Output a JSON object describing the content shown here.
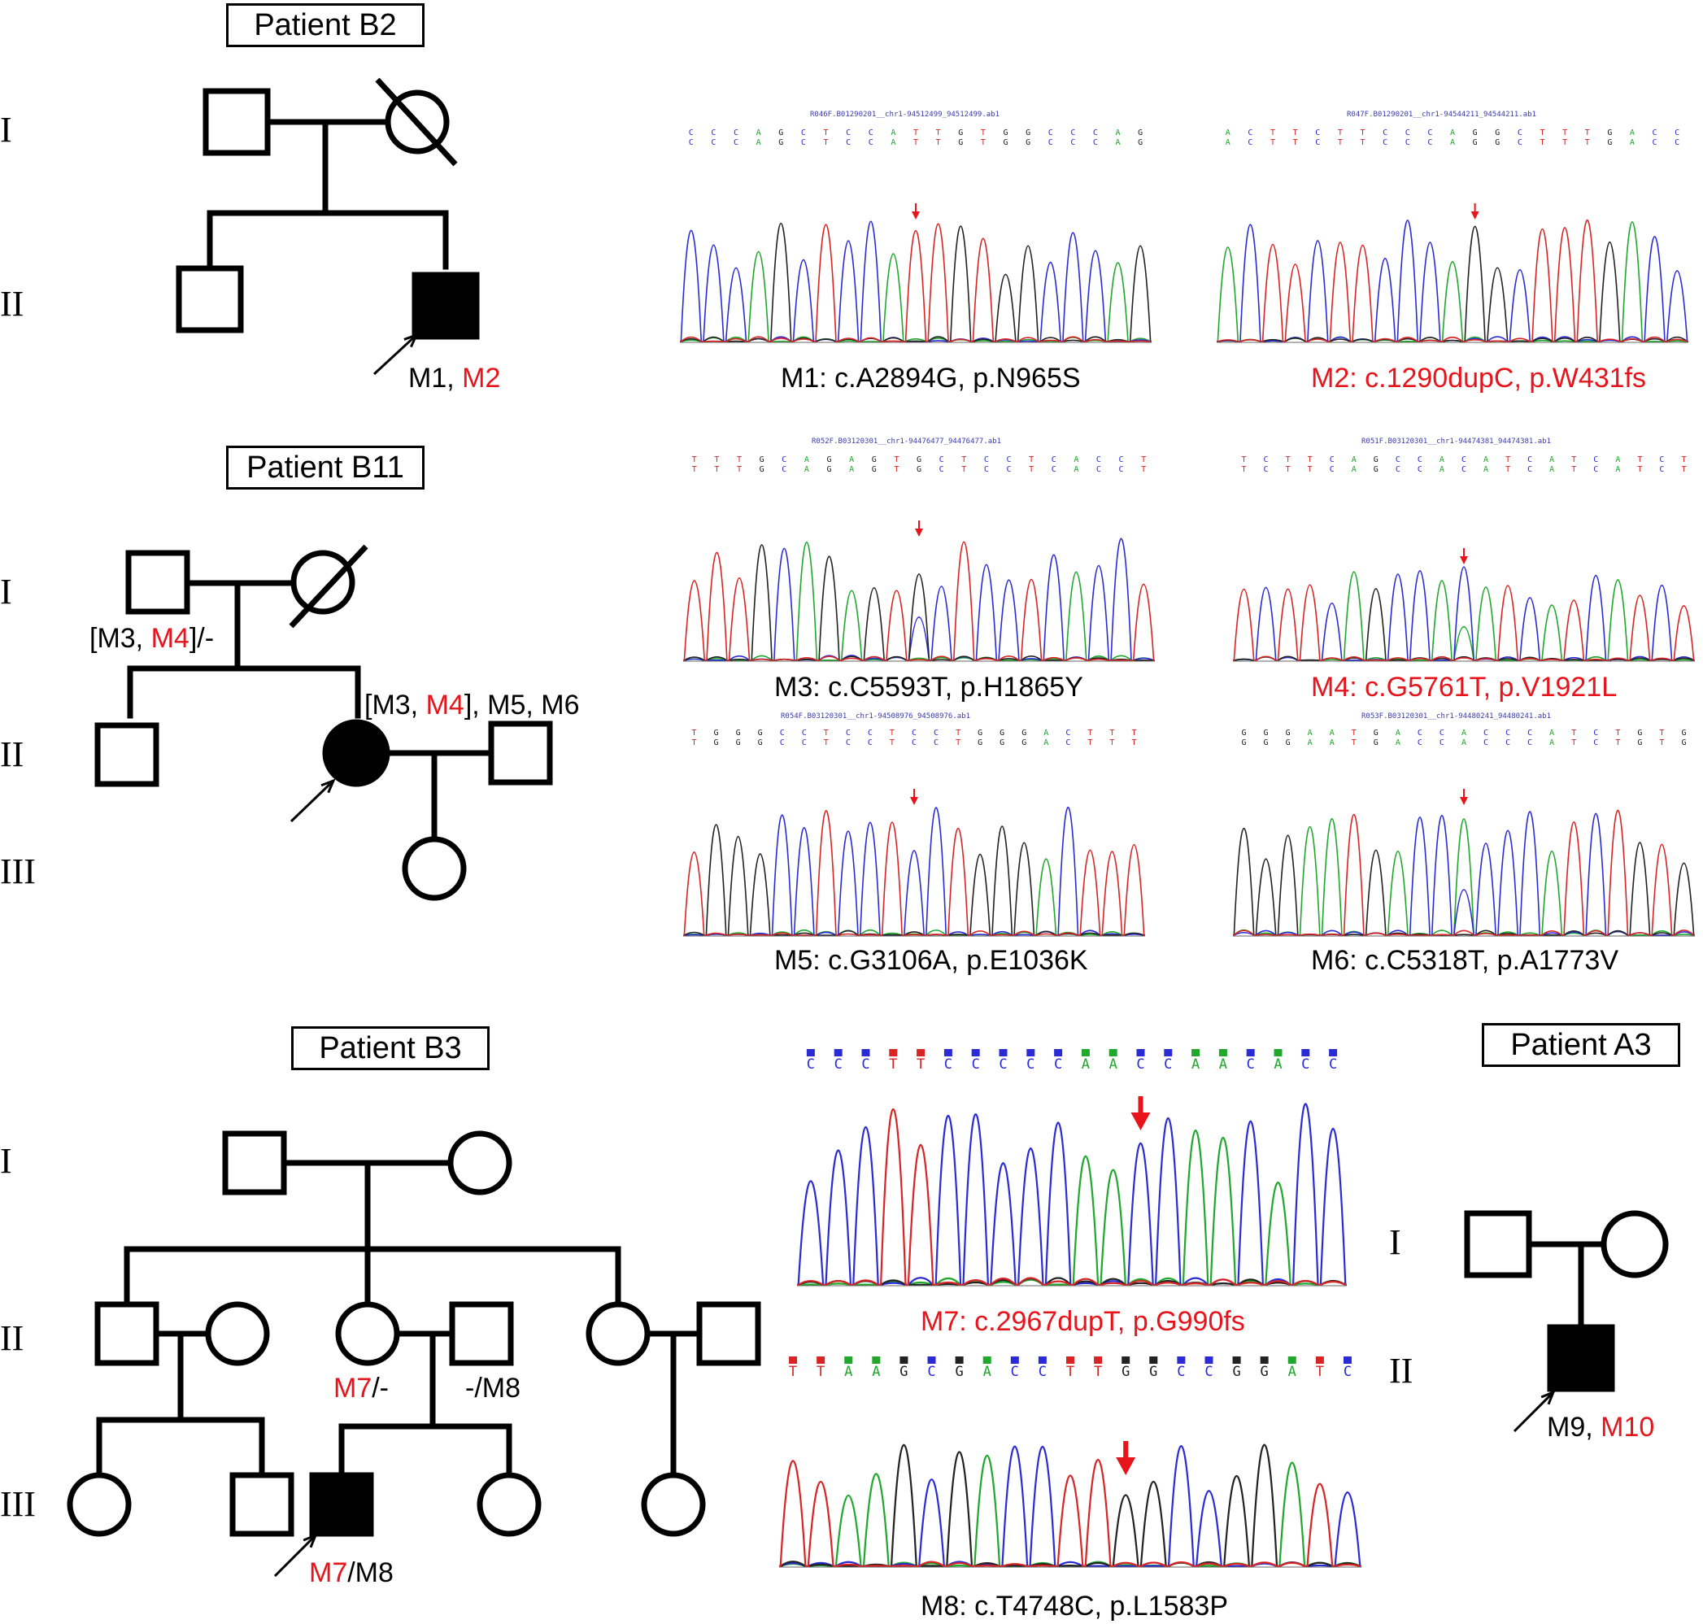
{
  "colors": {
    "line": "#000000",
    "red": "#e8141c",
    "A": "#1fa82c",
    "C": "#2b2bd6",
    "G": "#222222",
    "T": "#d82424"
  },
  "pedigrees": {
    "b2": {
      "title": "Patient B2",
      "gen": [
        "I",
        "II"
      ],
      "proband_label": [
        {
          "t": "M1, ",
          "red": false
        },
        {
          "t": "M2",
          "red": true
        }
      ]
    },
    "b11": {
      "title": "Patient B11",
      "gen": [
        "I",
        "II",
        "III"
      ],
      "father_label": [
        {
          "t": "[M3, ",
          "red": false
        },
        {
          "t": "M4",
          "red": true
        },
        {
          "t": "]/-",
          "red": false
        }
      ],
      "proband_label": [
        {
          "t": "[M3, ",
          "red": false
        },
        {
          "t": "M4",
          "red": true
        },
        {
          "t": "], M5, M6",
          "red": false
        }
      ]
    },
    "b3": {
      "title": "Patient B3",
      "gen": [
        "I",
        "II",
        "III"
      ],
      "mother_label": [
        {
          "t": "M7",
          "red": true
        },
        {
          "t": "/-",
          "red": false
        }
      ],
      "father_label": [
        {
          "t": "-/M8",
          "red": false
        }
      ],
      "proband_label": [
        {
          "t": "M7",
          "red": true
        },
        {
          "t": "/M8",
          "red": false
        }
      ]
    },
    "a3": {
      "title": "Patient A3",
      "gen": [
        "I",
        "II"
      ],
      "proband_label": [
        {
          "t": "M9, ",
          "red": false
        },
        {
          "t": "M10",
          "red": true
        }
      ]
    }
  },
  "chromatograms": [
    {
      "id": "m1",
      "file": "R046F.B01290201__chr1-94512499_94512499.ab1",
      "seq": "CCCAGCTCCATTGTGGCCCAG",
      "caption": "M1: c.A2894G, p.N965S",
      "red": false
    },
    {
      "id": "m2",
      "file": "R047F.B01290201__chr1-94544211_94544211.ab1",
      "seq": "ACTTCTTCCCAGGCTTTGACC",
      "caption": "M2: c.1290dupC, p.W431fs",
      "red": true
    },
    {
      "id": "m3",
      "file": "R052F.B03120301__chr1-94476477_94476477.ab1",
      "seq": "TTTGCAGAGTGCTCCTCACCT",
      "caption": "M3: c.C5593T, p.H1865Y",
      "red": false
    },
    {
      "id": "m4",
      "file": "R051F.B03120301__chr1-94474381_94474381.ab1",
      "seq": "TCTTCAGCCACATCATCATCT",
      "caption": "M4: c.G5761T, p.V1921L",
      "red": true
    },
    {
      "id": "m5",
      "file": "R054F.B03120301__chr1-94508976_94508976.ab1",
      "seq": "TGGGCCTCCTCCTGGGACTTT",
      "caption": "M5: c.G3106A, p.E1036K",
      "red": false
    },
    {
      "id": "m6",
      "file": "R053F.B03120301__chr1-94480241_94480241.ab1",
      "seq": "GGGAATGACCACCCATCTGTG",
      "caption": "M6: c.C5318T, p.A1773V",
      "red": false
    },
    {
      "id": "m7",
      "file": "",
      "seq": "CCCTTCCCCCAACCAACACC",
      "caption": "M7: c.2967dupT, p.G990fs",
      "red": true
    },
    {
      "id": "m8",
      "file": "",
      "seq": "TTAAGCGACCTTGGCCGGATC",
      "caption": "M8: c.T4748C, p.L1583P",
      "red": false
    }
  ]
}
